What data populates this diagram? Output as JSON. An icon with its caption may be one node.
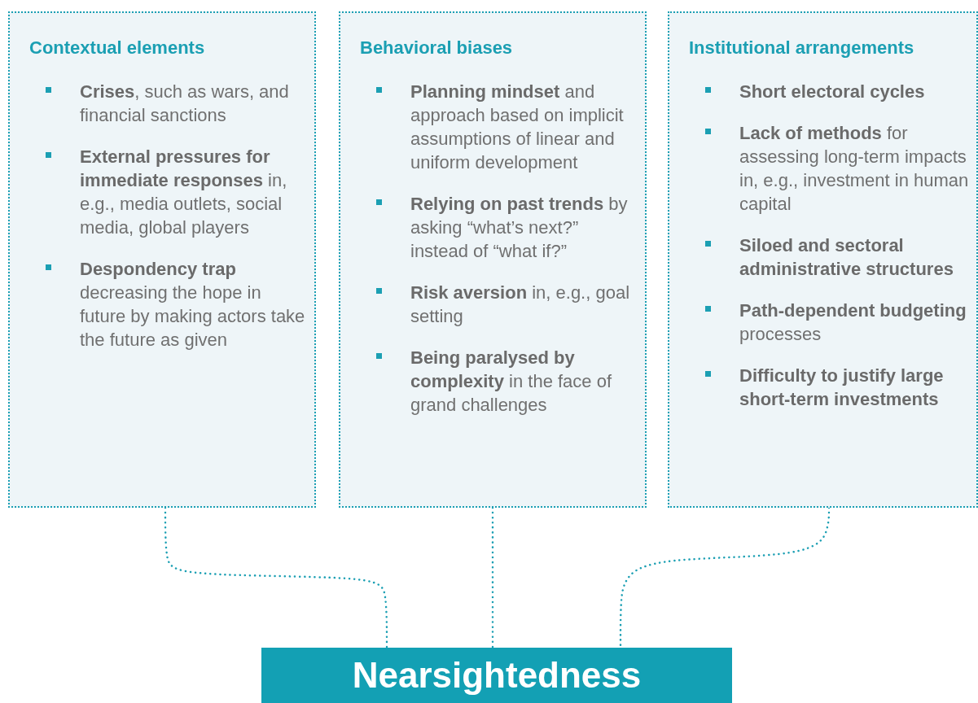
{
  "diagram": {
    "nodes": [
      {
        "text": [
          "Contextual elements",
          "**Crises**, such as wars, and financial sanctions",
          "**External pressures for immediate responses** in, e.g., media outlets, social media, global players",
          "**Despondency trap** decreasing the hope in future by making actors take the future as given"
        ]
      },
      {
        "text": [
          "Behavioral biases",
          "**Planning mindset** and approach based on implicit assumptions of linear and uniform development",
          "**Relying on past trends** by asking “what’s next?” instead of “what if?”",
          "**Risk aversion** in, e.g., goal setting",
          "**Being paralysed by complexity** in the face of grand challenges"
        ]
      },
      {
        "text": [
          "Institutional arrangements",
          "**Short electoral cycles**",
          "**Lack of methods** for assessing long-term impacts in, e.g., investment in human capital",
          "**Siloed and sectoral administrative structures**",
          "**Path-dependent budgeting** processes",
          "**Difficulty to justify large short-term investments**"
        ]
      },
      {
        "text": [
          "Nearsightedness"
        ]
      }
    ],
    "edges": [
      {
        "from": 0,
        "to": 3,
        "arrow": "none",
        "style": "dashed"
      },
      {
        "from": 1,
        "to": 3,
        "arrow": "none",
        "style": "dashed"
      },
      {
        "from": 2,
        "to": 3,
        "arrow": "none",
        "style": "dashed"
      }
    ]
  }
}
